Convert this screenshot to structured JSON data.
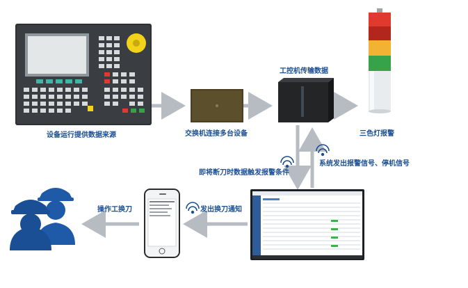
{
  "labels": {
    "cnc_source": "设备运行提供数据来源",
    "switch": "交换机连接多台设备",
    "ipc": "工控机传输数据",
    "tower_light": "三色灯报警",
    "trigger_alarm": "即将断刀时数据触发报警条件",
    "system_alarm": "系统发出报警信号、停机信号",
    "send_notice": "发出换刀通知",
    "operator": "操作工换刀"
  },
  "colors": {
    "label_text": "#1b4f93",
    "arrow": "#b7bcc2",
    "operator_icon": "#1e5aa8",
    "wifi": "#1b4f93",
    "light_red": "#e03a2f",
    "light_yellow": "#f2b233",
    "light_green": "#36a34a"
  },
  "icons": [
    "cnc-controller-panel",
    "network-switch",
    "industrial-pc",
    "tower-light",
    "wifi-icon",
    "monitor-dashboard",
    "smartphone",
    "operator-workers-icon"
  ]
}
